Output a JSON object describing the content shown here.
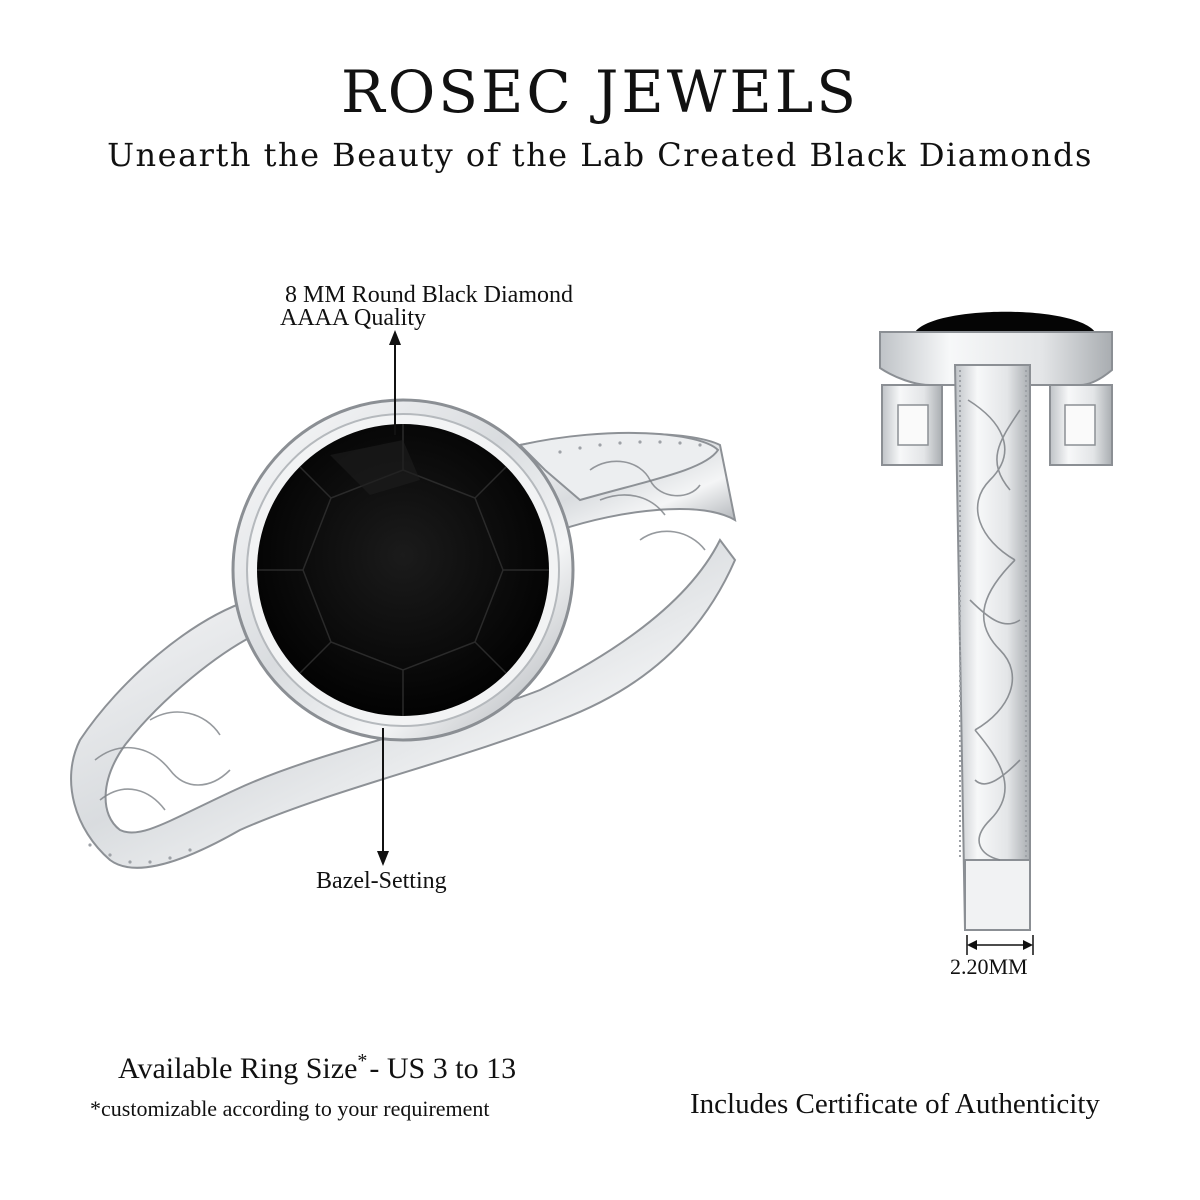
{
  "header": {
    "brand": "ROSEC JEWELS",
    "tagline": "Unearth the Beauty of the Lab Created Black Diamonds"
  },
  "annotations": {
    "stone_line1": "8 MM Round Black Diamond",
    "stone_line2": "AAAA Quality",
    "setting": "Bazel-Setting",
    "band_width": "2.20MM"
  },
  "footer": {
    "ring_size_label": "Available Ring Size",
    "ring_size_asterisk": "*",
    "ring_size_range": "- US 3 to 13",
    "customizable_note": "*customizable according to your requirement",
    "certificate": "Includes Certificate of Authenticity"
  },
  "colors": {
    "metal": "#e6e8ea",
    "metal_shadow": "#9a9ea3",
    "stone": "#050505",
    "text": "#111111"
  }
}
